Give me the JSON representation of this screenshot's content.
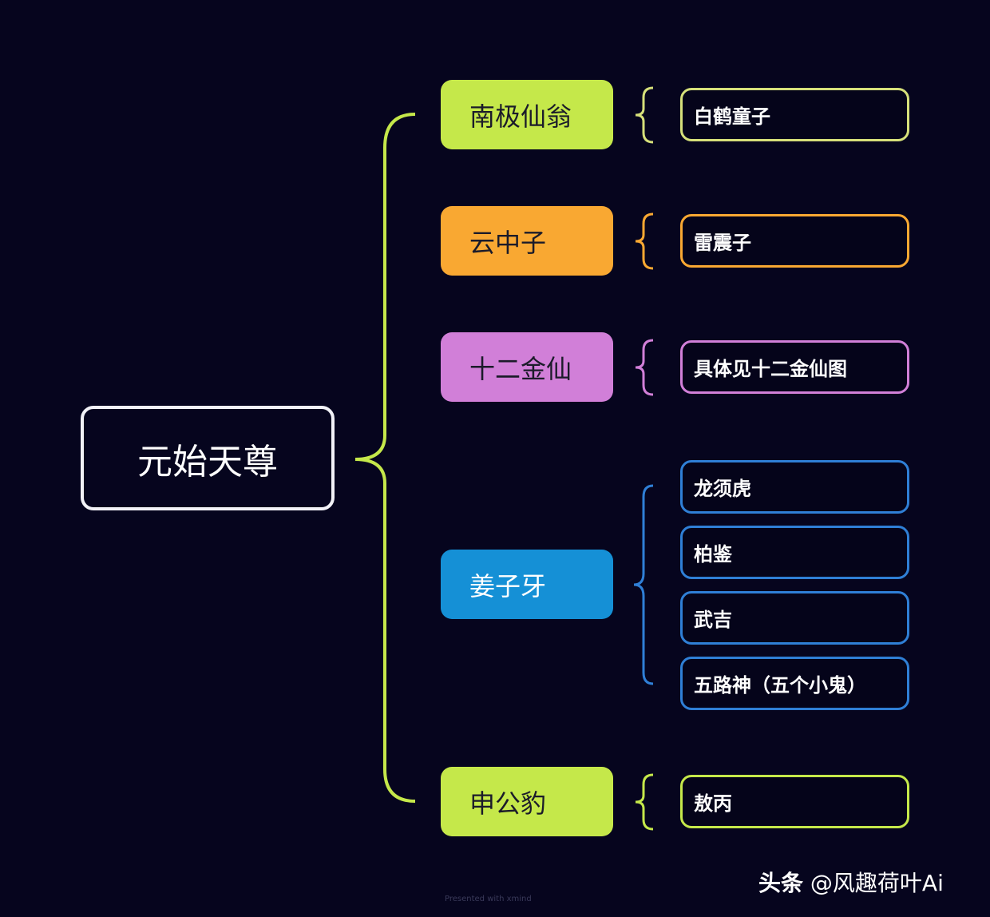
{
  "root": "元始天尊",
  "colors": {
    "lime": "#c5e84a",
    "orange": "#f9a832",
    "purple": "#d17fd8",
    "blue": "#1590d6",
    "child_lime": "#d6e07a",
    "child_blue": "#2f7fd6"
  },
  "branches": [
    {
      "label": "南极仙翁",
      "children": [
        "白鹤童子"
      ]
    },
    {
      "label": "云中子",
      "children": [
        "雷震子"
      ]
    },
    {
      "label": "十二金仙",
      "children": [
        "具体见十二金仙图"
      ]
    },
    {
      "label": "姜子牙",
      "children": [
        "龙须虎",
        "柏鉴",
        "武吉",
        "五路神（五个小鬼）"
      ]
    },
    {
      "label": "申公豹",
      "children": [
        "敖丙"
      ]
    }
  ],
  "footer": {
    "credit": "Presented with xmind",
    "watermark_brand": "头条",
    "watermark_user": "@风趣荷叶Ai"
  }
}
